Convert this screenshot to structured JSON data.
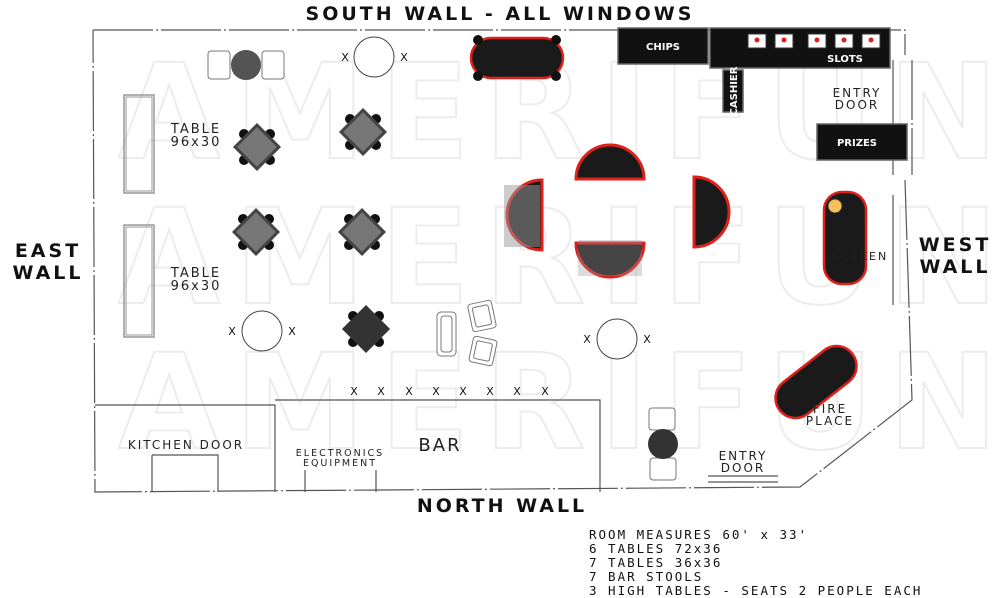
{
  "watermark": "AMERIFUN",
  "walls": {
    "south": "SOUTH WALL - ALL WINDOWS",
    "north": "NORTH WALL",
    "east_line1": "EAST",
    "east_line2": "WALL",
    "west_line1": "WEST",
    "west_line2": "WALL"
  },
  "labels": {
    "table_top_line1": "TABLE",
    "table_top_line2": "96x30",
    "table_bottom_line1": "TABLE",
    "table_bottom_line2": "96x30",
    "kitchen_door": "KITCHEN DOOR",
    "electronics_line1": "ELECTRONICS",
    "electronics_line2": "EQUIPMENT",
    "bar": "BAR",
    "entry_door_top_line1": "ENTRY",
    "entry_door_top_line2": "DOOR",
    "entry_door_bottom_line1": "ENTRY",
    "entry_door_bottom_line2": "DOOR",
    "screen": "SCREEN",
    "fireplace_line1": "FIRE",
    "fireplace_line2": "PLACE"
  },
  "stations": {
    "chips": "CHIPS",
    "slots": "SLOTS",
    "cashier": "CASHIER",
    "prizes": "PRIZES"
  },
  "x_mark": "X",
  "legend": [
    "ROOM MEASURES 60' x 33'",
    "6 TABLES 72x36",
    "7 TABLES 36x36",
    "7 BAR STOOLS",
    "3 HIGH TABLES - SEATS 2 PEOPLE EACH"
  ],
  "colors": {
    "accent_red": "#e0201b",
    "table_felt": "#1a1a1a",
    "gray_overlay": "#8a8a8a"
  }
}
